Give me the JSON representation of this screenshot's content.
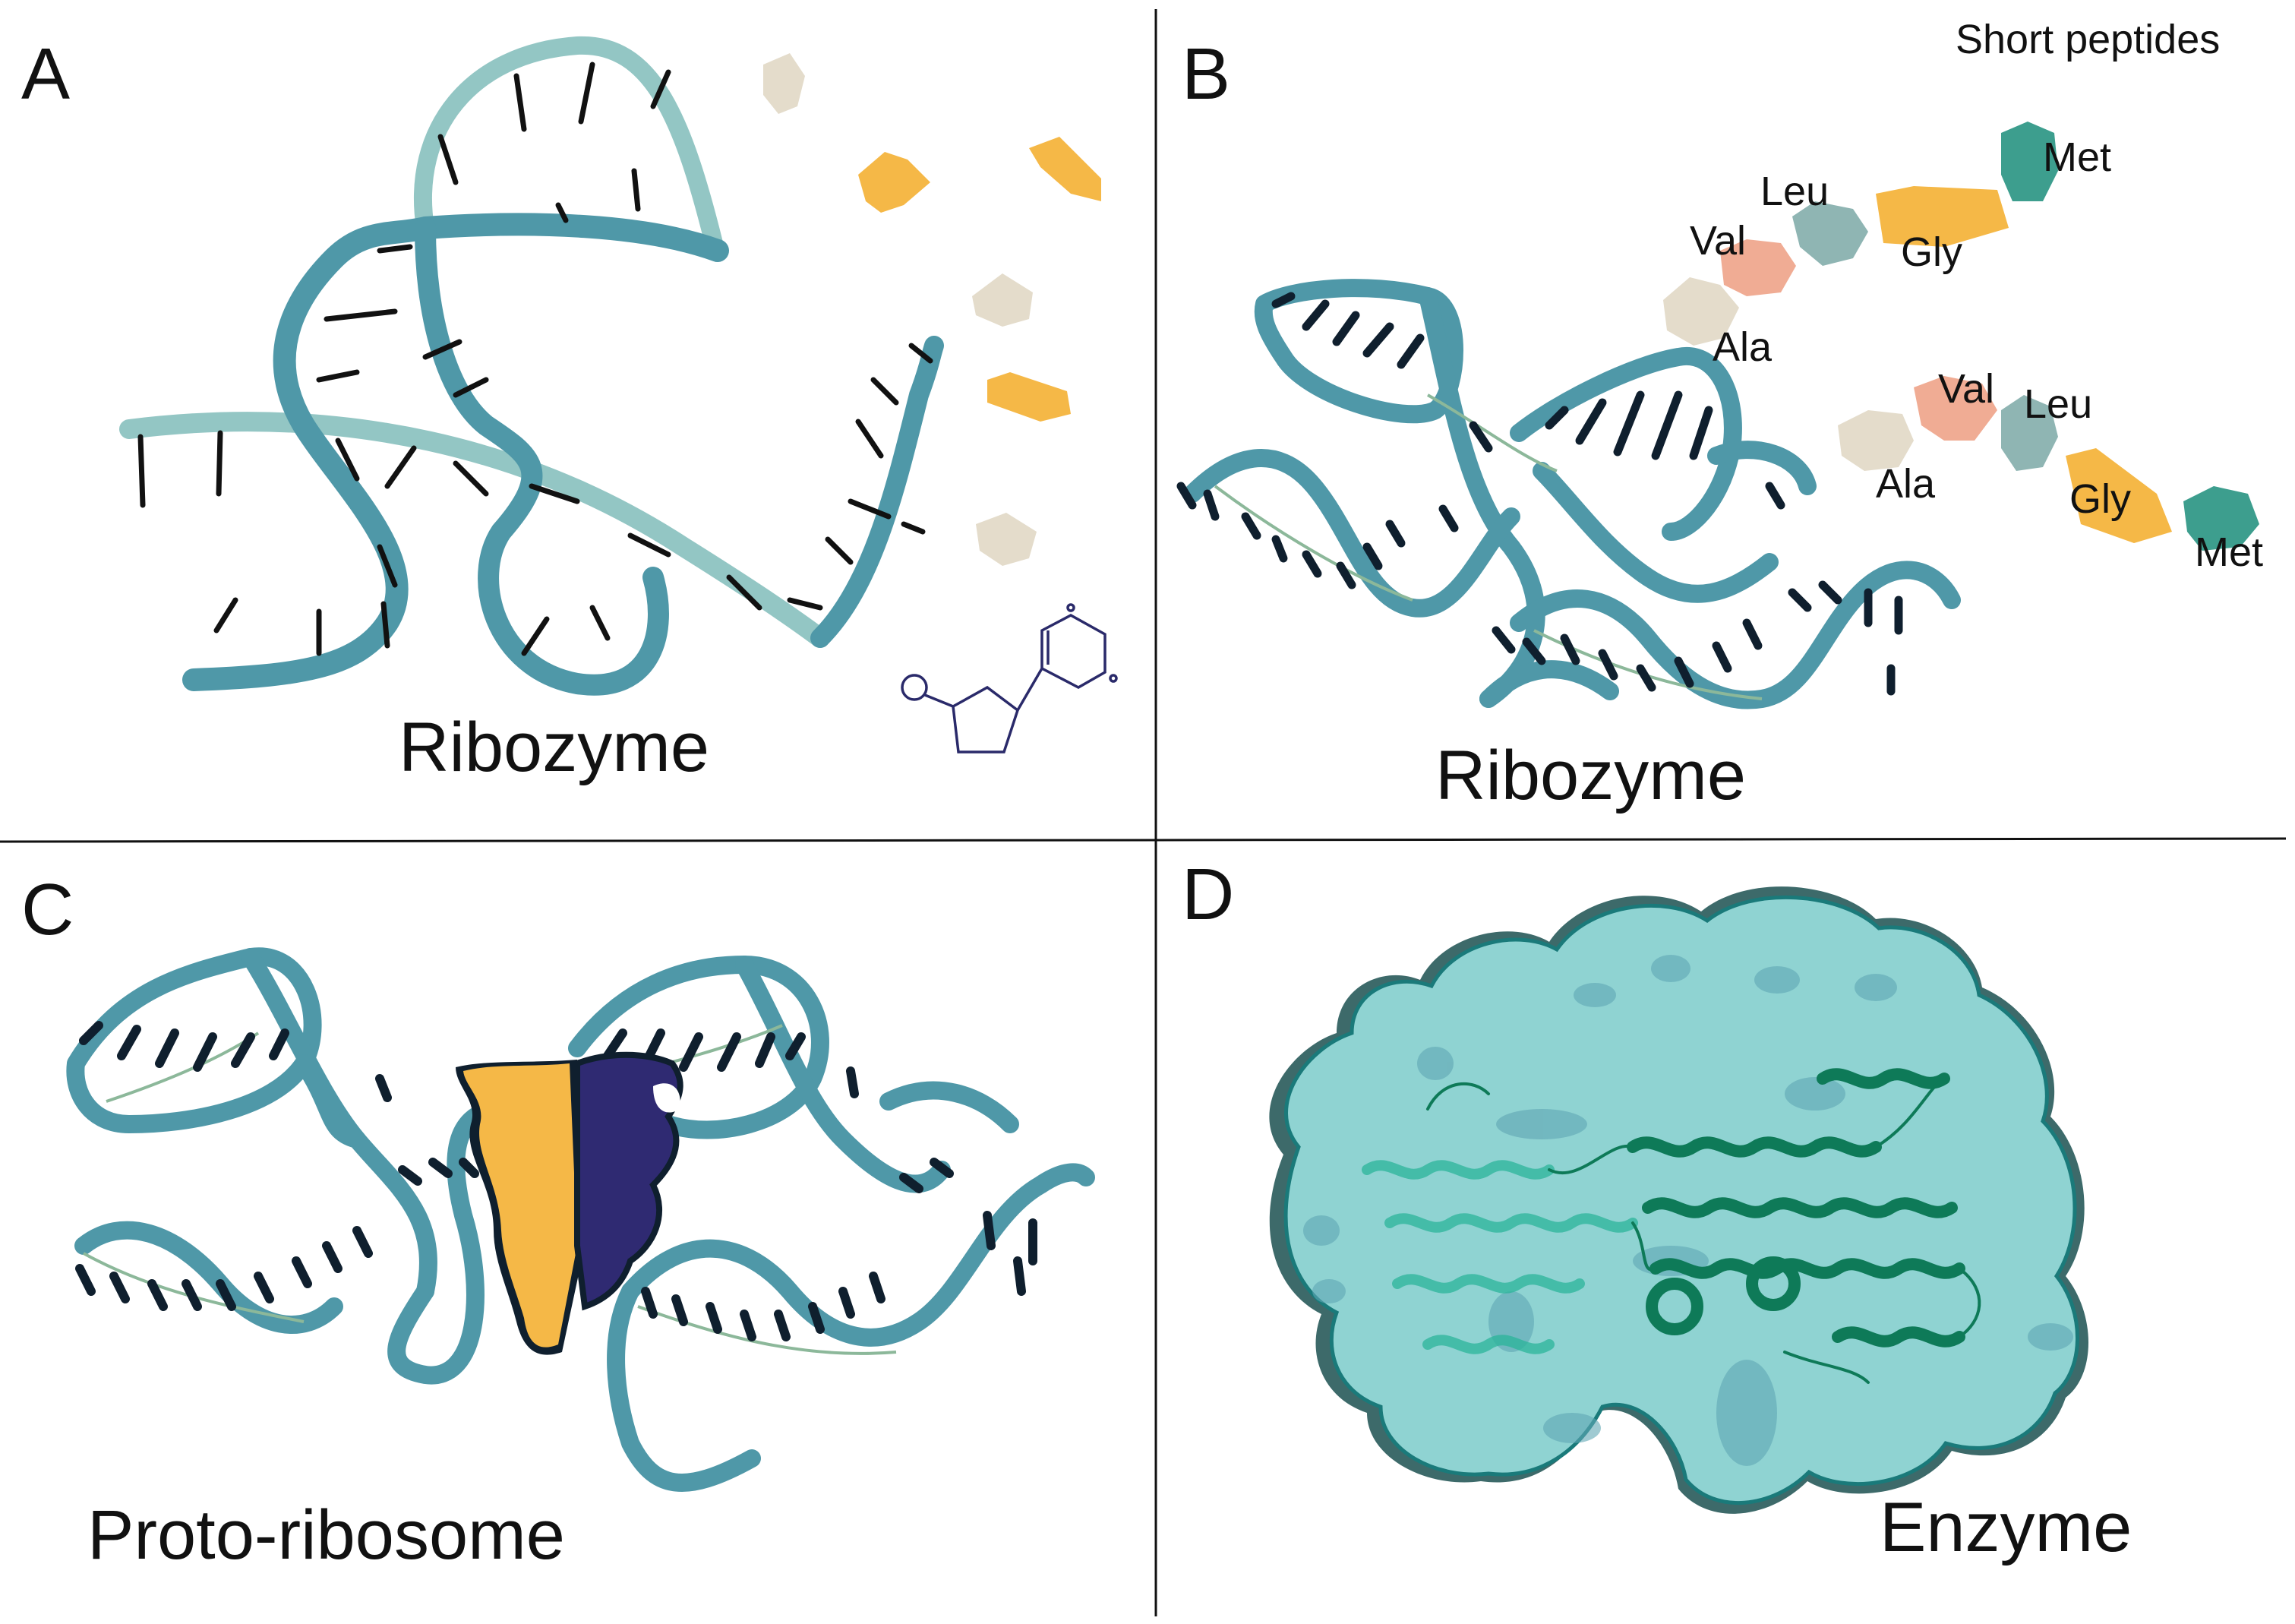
{
  "panels": [
    {
      "letter": "A",
      "label": "Ribozyme"
    },
    {
      "letter": "B",
      "label": "Ribozyme",
      "note": "Short peptides"
    },
    {
      "letter": "C",
      "label": "Proto-ribosome"
    },
    {
      "letter": "D",
      "label": "Enzyme"
    }
  ],
  "peptide_top": [
    "Met",
    "Leu",
    "Gly",
    "Val",
    "Ala"
  ],
  "peptide_bottom": [
    "Val",
    "Leu",
    "Ala",
    "Gly",
    "Met"
  ],
  "colors": {
    "rna_strand": "#4f98a8",
    "rna_strand_light": "#93c6c4",
    "base": "#0f1f2e",
    "ala": "#e4dccb",
    "val": "#f0ac94",
    "leu": "#8fb5b3",
    "gly": "#f5b847",
    "met": "#3d9e8e",
    "proto_yellow": "#f5b847",
    "proto_purple": "#2f2a72",
    "enzyme_surface": "#8fd3d2",
    "enzyme_ribbon": "#0e7a58"
  }
}
